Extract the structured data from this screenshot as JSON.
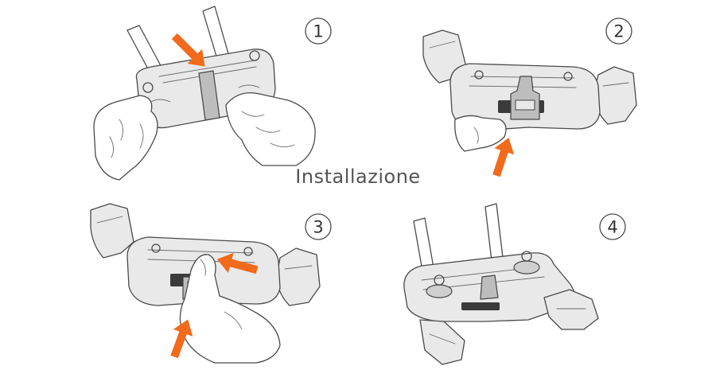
{
  "title": "Installazione",
  "steps": [
    {
      "number": "1"
    },
    {
      "number": "2"
    },
    {
      "number": "3"
    },
    {
      "number": "4"
    }
  ],
  "colors": {
    "arrow": "#f26a1b",
    "line": "#4a4a4a",
    "device_fill": "#e9e9e9",
    "background": "#ffffff"
  }
}
